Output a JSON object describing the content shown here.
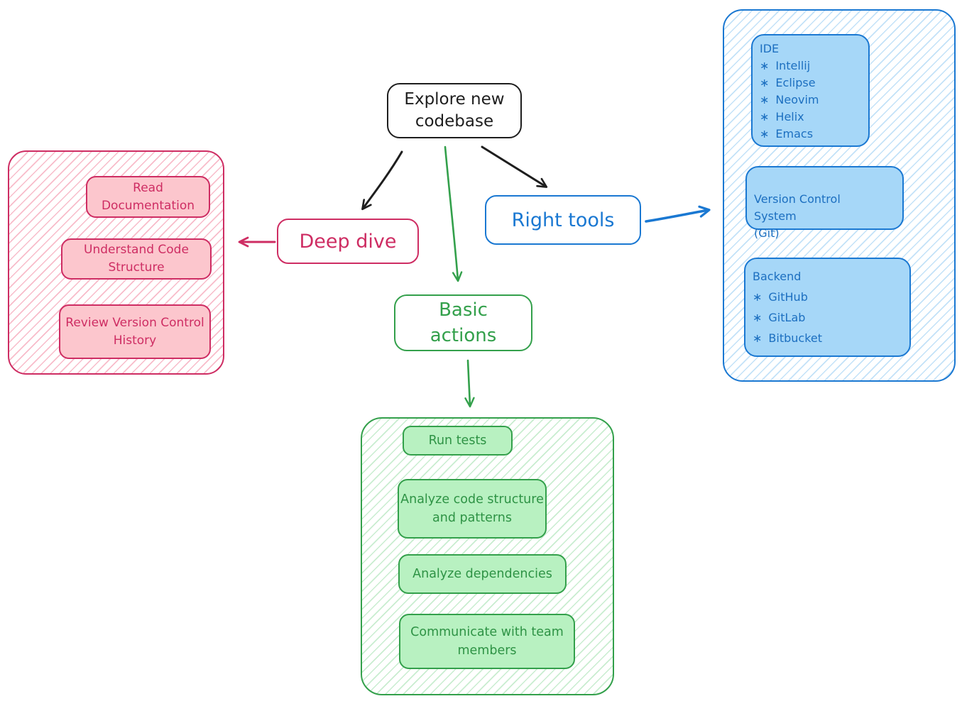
{
  "diagram": {
    "root": {
      "label": "Explore new codebase"
    },
    "deep_dive": {
      "label": "Deep dive",
      "color": "#ce2d63",
      "fill": "#fcc6cd",
      "items": [
        "Read Documentation",
        "Understand Code Structure",
        "Review Version Control History"
      ]
    },
    "basic_actions": {
      "label": "Basic actions",
      "color": "#33a04b",
      "fill": "#b8f1c1",
      "items": [
        "Run tests",
        "Analyze code structure and patterns",
        "Analyze dependencies",
        "Communicate with team members"
      ]
    },
    "right_tools": {
      "label": "Right tools",
      "color": "#1a78d2",
      "fill": "#a6d7f8",
      "bullet": "∗",
      "groups": [
        {
          "title": "IDE",
          "items": [
            "Intellij",
            "Eclipse",
            "Neovim",
            "Helix",
            "Emacs"
          ]
        },
        {
          "title": "Version Control\nSystem\n(Git)",
          "items": []
        },
        {
          "title": "Backend",
          "items": [
            "GitHub",
            "GitLab",
            "Bitbucket"
          ]
        }
      ]
    },
    "colors": {
      "root_stroke": "#1e1e1e",
      "background": "#ffffff"
    }
  }
}
